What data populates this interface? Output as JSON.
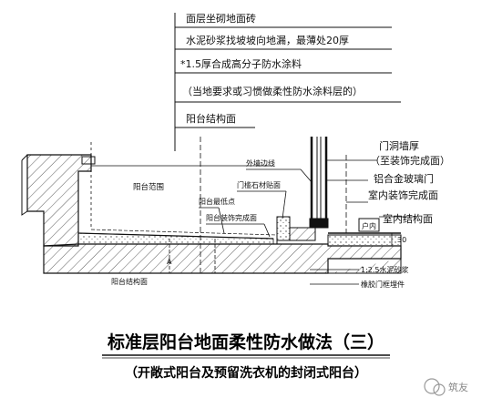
{
  "callouts_top": [
    "面层坐砌地面砖",
    "水泥砂浆找坡坡向地漏，最薄处20厚",
    "*1.5厚合成高分子防水涂料",
    "（当地要求或习惯做柔性防水涂料层的）",
    "阳台结构面"
  ],
  "labels": {
    "balcony_area": "阳台范围",
    "wall_line": "外墙边线",
    "door_sill": "门槛石材贴面",
    "balcony_lowest": "阳台最低点",
    "balcony_finish": "阳台装饰完成面",
    "indoor_tag": "户内",
    "door_wall": "门洞墙厚",
    "door_wall_sub": "（至装饰完成面）",
    "alloy_door": "铝合金玻璃门",
    "indoor_finish": "室内装饰完成面",
    "indoor_struct": "室内结构面",
    "dim_30": "30",
    "mortar": "1:2.5水泥砂浆",
    "frame": "橡胶门框埋件",
    "balcony_struct_bottom": "阳台结构面",
    "point_mark": "A"
  },
  "title": "标准层阳台地面柔性防水做法（三）",
  "subtitle": "（开敞式阳台及预留洗衣机的封闭式阳台）",
  "watermark": "筑友",
  "colors": {
    "ink": "#111111",
    "bg": "#ffffff"
  }
}
